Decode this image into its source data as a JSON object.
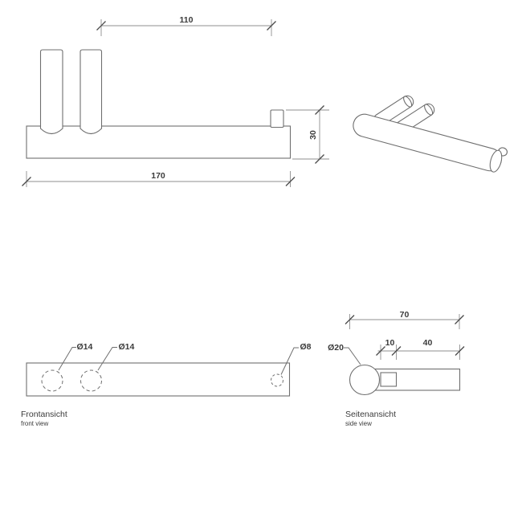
{
  "drawing_type": "technical-drawing",
  "colors": {
    "background": "#ffffff",
    "object_line": "#6f6f6f",
    "dimension_line": "#8f8f8f",
    "tick": "#4c4c4c",
    "text": "#3b3b3b"
  },
  "views": {
    "elevation": {
      "dim_span_top": "110",
      "dim_height_right": "30",
      "dim_length_bottom": "170"
    },
    "perspective": {},
    "front": {
      "label": "Frontansicht",
      "sublabel": "front view",
      "post1_diameter": "Ø14",
      "post2_diameter": "Ø14",
      "end_hole_diameter": "Ø8"
    },
    "side": {
      "label": "Seitenansicht",
      "sublabel": "side view",
      "bar_diameter": "Ø20",
      "dim_total_depth": "70",
      "dim_plate": "10",
      "dim_post_length": "40"
    }
  }
}
